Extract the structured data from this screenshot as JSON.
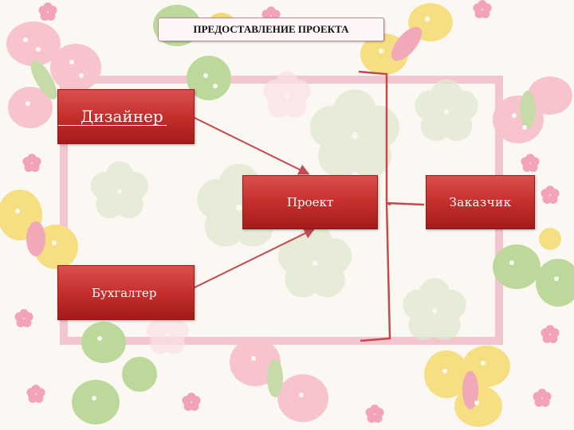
{
  "title": "ПРЕДОСТАВЛЕНИЕ ПРОЕКТА",
  "nodes": {
    "designer": "Дизайнер",
    "accountant": "Бухгалтер",
    "project": "Проект",
    "customer": "Заказчик"
  },
  "colors": {
    "node_fill": "#c0302d",
    "node_text": "#ffffff",
    "connector": "#c44a4f",
    "frame": "#efb6c2"
  }
}
